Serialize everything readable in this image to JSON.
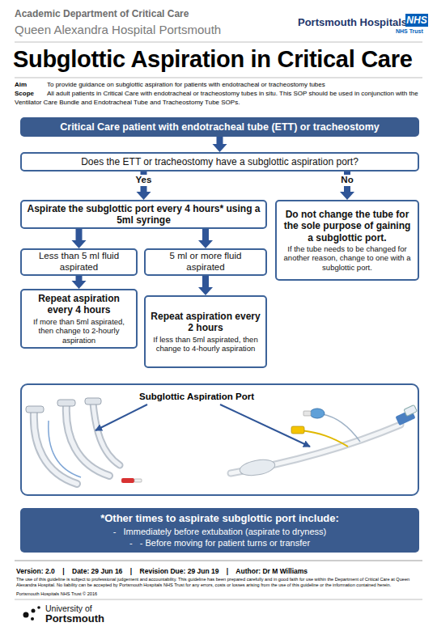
{
  "diagram": {
    "title": "Subglottic Aspiration in Critical Care",
    "nodes": [
      {
        "text": [
          "Critical Care patient with endotracheal tube (ETT) or tracheostomy"
        ]
      },
      {
        "text": [
          "Does the ETT or tracheostomy have a subglottic aspiration port?"
        ]
      },
      {
        "text": [
          "Aspirate the subglottic port every 4 hours* using a 5ml syringe"
        ]
      },
      {
        "text": [
          "Less than 5 ml fluid aspirated"
        ]
      },
      {
        "text": [
          "5 ml or more fluid aspirated"
        ]
      },
      {
        "text": [
          "Repeat aspiration every 4 hours",
          "If more than 5ml aspirated, then change to 2-hourly aspiration"
        ]
      },
      {
        "text": [
          "Repeat aspiration every 2 hours",
          "If less than 5ml aspirated, then change to 4-hourly aspiration"
        ]
      },
      {
        "text": [
          "Do not change the tube for the sole purpose of gaining a subglottic port.",
          "If the tube needs to be changed for another reason, change to one with a subglottic port."
        ]
      },
      {
        "text": [
          "Subglottic Aspiration Port"
        ]
      },
      {
        "text": [
          "*Other times to aspirate subglottic port include:",
          "-   Immediately before extubation (aspirate to dryness)",
          "-   - Before moving for patient turns or transfer"
        ]
      }
    ],
    "edges": [
      {
        "from": 0,
        "to": 1,
        "arrow": "to"
      },
      {
        "from": 1,
        "to": 2,
        "label": "Yes",
        "arrow": "to"
      },
      {
        "from": 1,
        "to": 7,
        "label": "No",
        "arrow": "to"
      },
      {
        "from": 2,
        "to": 3,
        "arrow": "to"
      },
      {
        "from": 2,
        "to": 4,
        "arrow": "to"
      },
      {
        "from": 3,
        "to": 5,
        "arrow": "to"
      },
      {
        "from": 4,
        "to": 6,
        "arrow": "to"
      }
    ],
    "labels": [
      "Academic Department of Critical Care",
      "Queen Alexandra Hospital Portsmouth",
      "Portsmouth Hospitals",
      "NHS",
      "NHS Trust",
      "Aim",
      "To provide guidance on subglottic aspiration for patients with endotracheal or tracheostomy tubes",
      "Scope",
      "All adult patients in Critical Care with endotracheal or tracheostomy tubes in situ.  This SOP should be used in conjunction with the Ventilator Care Bundle and Endotracheal Tube and Tracheostomy Tube SOPs.",
      "Version: 2.0    |    Date: 29 Jun 16    |    Revision Due: 29 Jun 19    |    Author: Dr M Williams",
      "The use of this guideline is subject to professional judgement and accountability.  This guideline has been prepared carefully and in good faith for use within the Department of Critical Care at Queen Alexandra Hospital.  No liability can be accepted by Portsmouth Hospitals NHS Trust for any errors, costs or losses arising from the use of this guideline or the information contained herein.",
      "Portsmouth Hospitals NHS Trust © 2016",
      "University of",
      "Portsmouth"
    ]
  }
}
